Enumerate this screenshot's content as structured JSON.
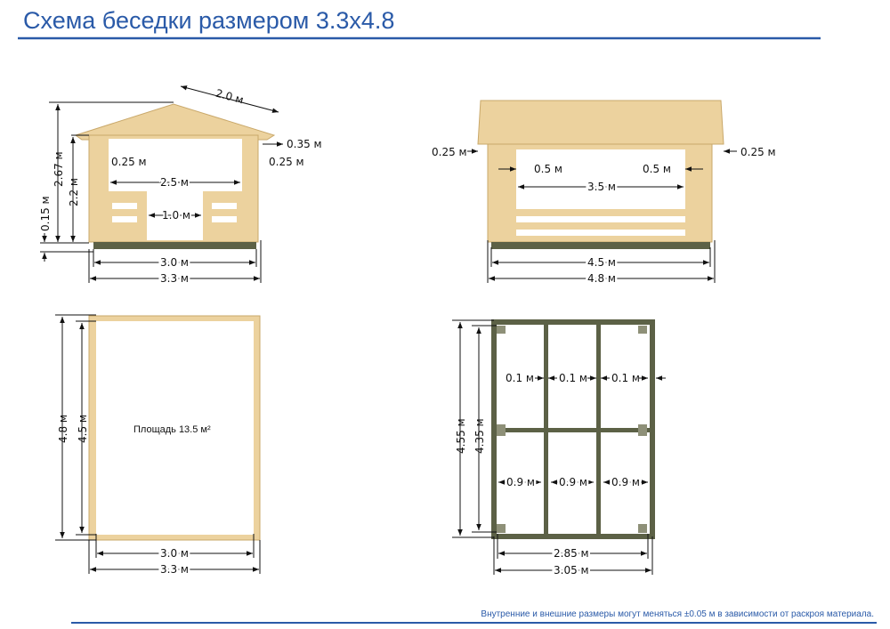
{
  "title": "Схема беседки размером 3.3x4.8",
  "footer": "Внутренние и внешние размеры могут меняться ±0.05 м в зависимости от раскроя материала.",
  "front": {
    "roof": "2.0 м",
    "overhang": "0.35 м",
    "post_left": "0.25 м",
    "post_right": "0.25 м",
    "opening": "2.5 м",
    "door": "1.0 м",
    "height_total": "2.67 м",
    "height_wall": "2.2 м",
    "base": "0.15 м",
    "inner_width": "3.0 м",
    "outer_width": "3.3 м"
  },
  "side": {
    "eave_left": "0.25 м",
    "eave_right": "0.25 м",
    "post_left": "0.5 м",
    "post_right": "0.5 м",
    "opening": "3.5 м",
    "inner_width": "4.5 м",
    "outer_width": "4.8 м"
  },
  "plan": {
    "area": "Площадь 13.5 м²",
    "outer_length": "4.8 м",
    "inner_length": "4.5 м",
    "inner_width": "3.0 м",
    "outer_width": "3.3 м"
  },
  "foundation": {
    "beam1": "0.1 м",
    "beam2": "0.1 м",
    "beam3": "0.1 м",
    "span1": "0.9 м",
    "span2": "0.9 м",
    "span3": "0.9 м",
    "outer_length": "4.55 м",
    "inner_length": "4.35 м",
    "inner_width": "2.85 м",
    "outer_width": "3.05 м"
  }
}
